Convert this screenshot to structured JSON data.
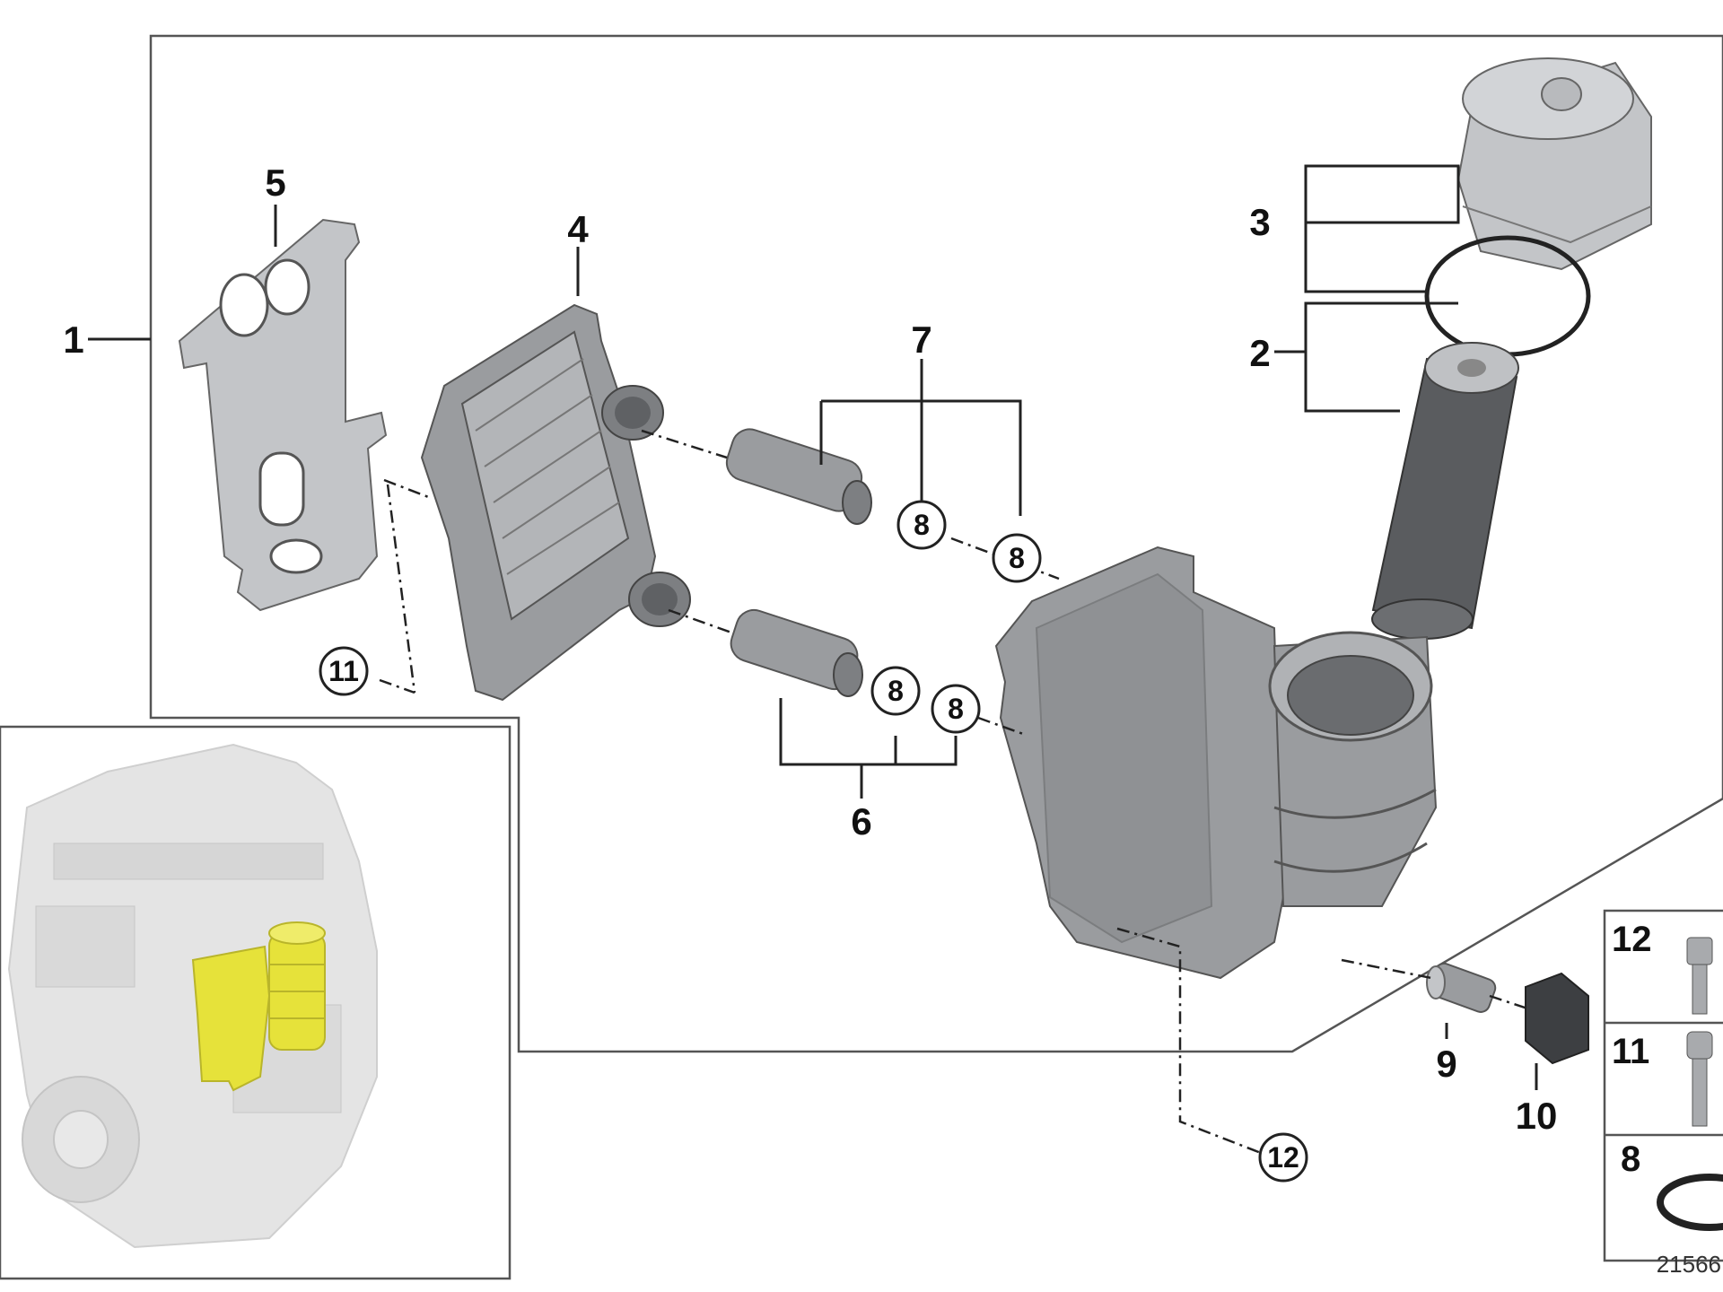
{
  "callouts": {
    "c1": "1",
    "c2": "2",
    "c3": "3",
    "c4": "4",
    "c5": "5",
    "c6": "6",
    "c7": "7",
    "c9": "9",
    "c10": "10",
    "circle_8": "8",
    "circle_11": "11",
    "circle_12": "12"
  },
  "legend": {
    "row1": "12",
    "row2": "11",
    "row3": "8"
  },
  "image_number": "21566",
  "colors": {
    "highlight": "#e6e23a",
    "part_gray": "#9a9c9f",
    "engine_ghost": "#dcdcdc"
  }
}
